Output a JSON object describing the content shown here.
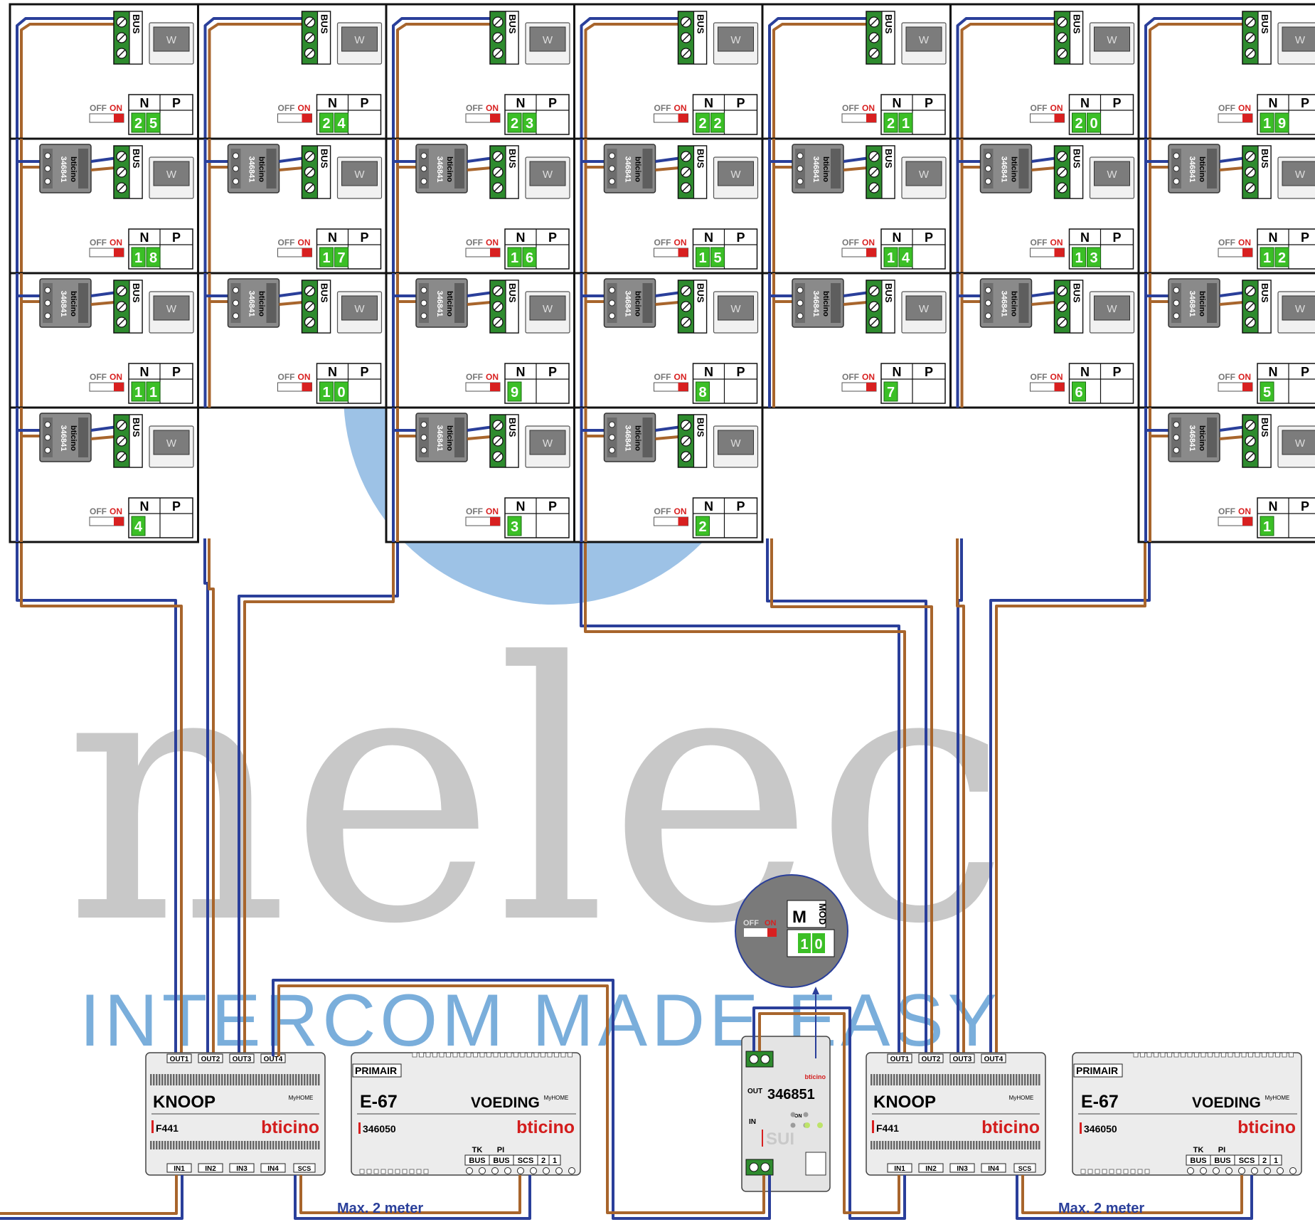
{
  "watermark": {
    "word": "nelec",
    "tagline": "INTERCOM MADE EASY"
  },
  "apartments": {
    "columns": [
      [
        "25",
        "18",
        "11",
        "4"
      ],
      [
        "24",
        "17",
        "10",
        null
      ],
      [
        "23",
        "16",
        "9",
        "3"
      ],
      [
        "22",
        "15",
        "8",
        "2"
      ],
      [
        "21",
        "14",
        "7",
        null
      ],
      [
        "20",
        "13",
        "6",
        null
      ],
      [
        "19",
        "12",
        "5",
        "1"
      ]
    ],
    "bus_label": "BUS",
    "monitor_label": "W",
    "off_label": "OFF",
    "on_label": "ON",
    "n_label": "N",
    "p_label": "P",
    "extender": {
      "code": "346841",
      "brand": "bticino"
    }
  },
  "knoop_modules": [
    {
      "name": "KNOOP",
      "code": "F441",
      "outputs": [
        "OUT1",
        "OUT2",
        "OUT3",
        "OUT4"
      ],
      "inputs": [
        "IN1",
        "IN2",
        "IN3",
        "IN4"
      ],
      "scs": "SCS",
      "brand": "bticino",
      "myhome": "MyHOME"
    },
    {
      "name": "KNOOP",
      "code": "F441",
      "outputs": [
        "OUT1",
        "OUT2",
        "OUT3",
        "OUT4"
      ],
      "inputs": [
        "IN1",
        "IN2",
        "IN3",
        "IN4"
      ],
      "scs": "SCS",
      "brand": "bticino",
      "myhome": "MyHOME"
    }
  ],
  "power_supplies": [
    {
      "primair": "PRIMAIR",
      "model": "E-67",
      "label": "VOEDING",
      "code": "346050",
      "tk": "TK",
      "pi": "PI",
      "terminals": [
        "BUS",
        "BUS",
        "SCS",
        "2",
        "1"
      ],
      "brand": "bticino",
      "myhome": "MyHOME"
    },
    {
      "primair": "PRIMAIR",
      "model": "E-67",
      "label": "VOEDING",
      "code": "346050",
      "tk": "TK",
      "pi": "PI",
      "terminals": [
        "BUS",
        "BUS",
        "SCS",
        "2",
        "1"
      ],
      "brand": "bticino",
      "myhome": "MyHOME"
    }
  ],
  "sui": {
    "code": "346851",
    "out": "OUT",
    "in": "IN",
    "label": "SUI",
    "on": "ON",
    "brand": "bticino"
  },
  "zoom": {
    "off": "OFF",
    "on": "ON",
    "m": "M",
    "mod": "MOD",
    "value": "10"
  },
  "notes": [
    "Max. 2 meter",
    "Max. 2 meter"
  ],
  "colors": {
    "blue_wire": "#2a3f9a",
    "brown_wire": "#a8652c",
    "terminal_green": "#2e8b2e",
    "id_green": "#3bbf26",
    "switch_red": "#d82020",
    "watermark_grey": "#c8c8c8",
    "watermark_blue": "#7aaedb"
  }
}
